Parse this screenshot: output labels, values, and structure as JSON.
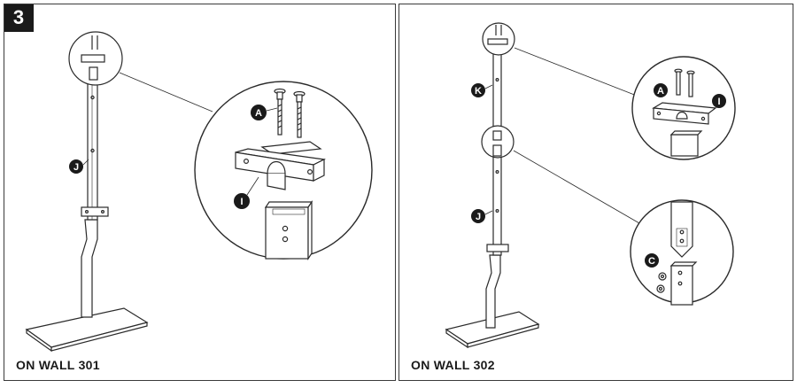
{
  "step": {
    "number": "3"
  },
  "panels": [
    {
      "caption": "ON WALL 301",
      "labels": {
        "pole": "J",
        "screw": "A",
        "bracket": "I"
      }
    },
    {
      "caption": "ON WALL 302",
      "labels": {
        "upper_pole": "K",
        "screw": "A",
        "bracket": "I",
        "lower_pole": "J",
        "connector_screw": "C"
      }
    }
  ],
  "colors": {
    "line": "#2a2a2a",
    "badge": "#1a1a1a",
    "label_fill": "#1a1a1a",
    "label_text": "#ffffff",
    "background": "#ffffff"
  }
}
